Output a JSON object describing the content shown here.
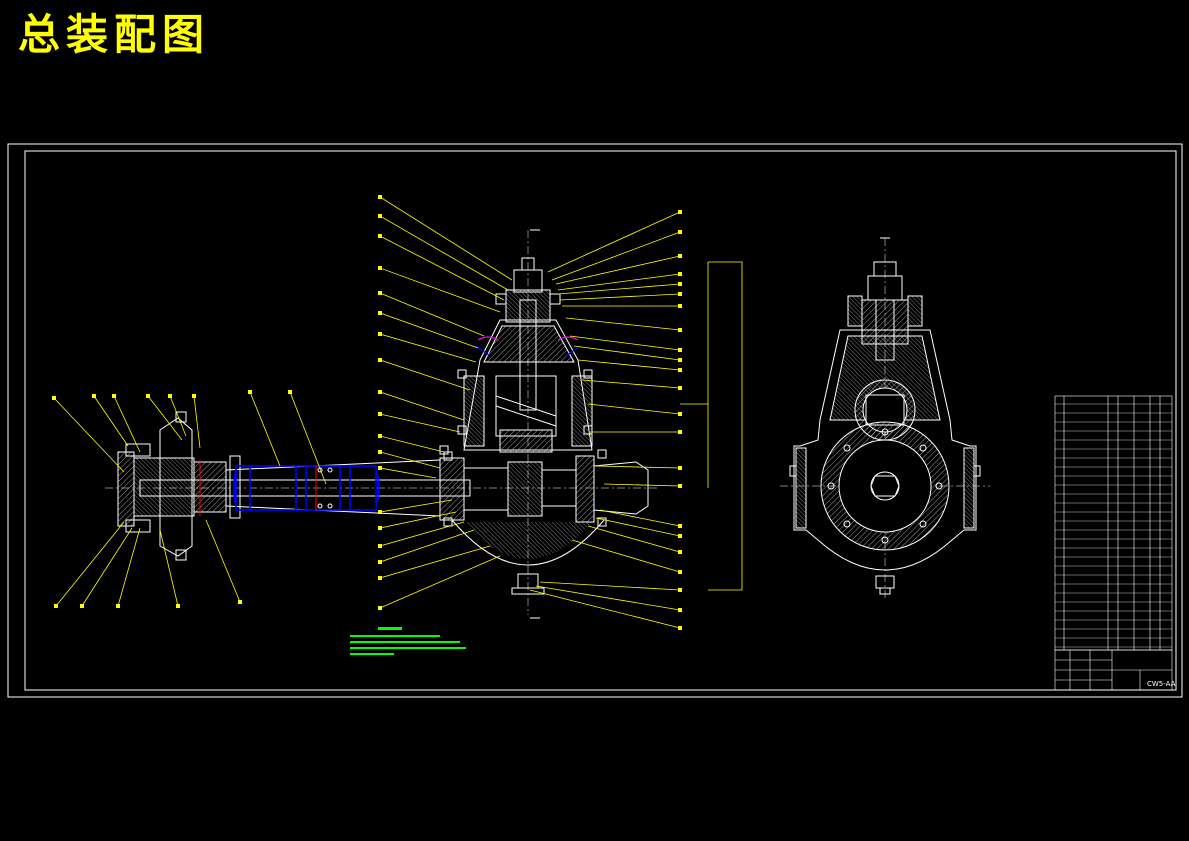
{
  "page_title": "总装配图",
  "drawing_number": "CW5-AA",
  "colors": {
    "background": "#000000",
    "title": "#ffff00",
    "frame": "#ffffff",
    "leader": "#ffff00",
    "hidden": "#0000ff",
    "notes": "#00ff00",
    "section": "#ff0000",
    "annotation": "#ff00ff"
  },
  "icons": [
    "assembly-section-view",
    "side-section-view",
    "bill-of-materials-table",
    "title-block"
  ]
}
